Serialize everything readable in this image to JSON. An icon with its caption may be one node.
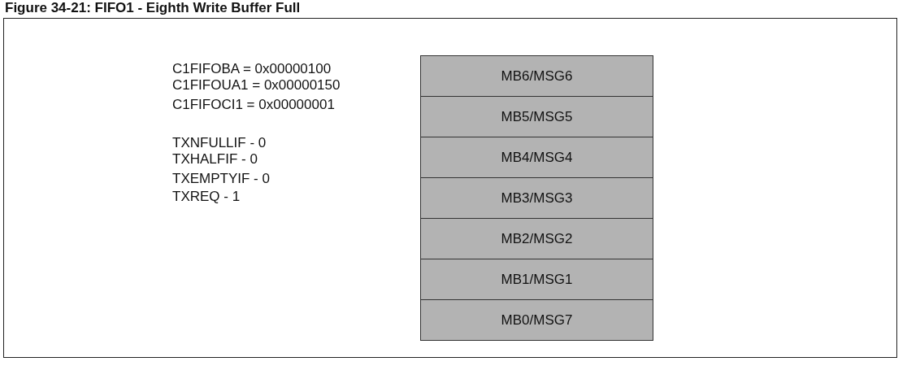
{
  "diagram": {
    "title": "Figure 34-21: FIFO1 - Eighth Write Buffer Full",
    "nodes": [
      {
        "text": [
          "MB6/MSG6"
        ]
      },
      {
        "text": [
          "MB5/MSG5"
        ]
      },
      {
        "text": [
          "MB4/MSG4"
        ]
      },
      {
        "text": [
          "MB3/MSG3"
        ]
      },
      {
        "text": [
          "MB2/MSG2"
        ]
      },
      {
        "text": [
          "MB1/MSG1"
        ]
      },
      {
        "text": [
          "MB0/MSG7"
        ]
      }
    ],
    "edges": [],
    "labels": [
      "C1FIFOBA = 0x00000100",
      "C1FIFOUA1 = 0x00000150",
      "C1FIFOCI1 = 0x00000001",
      "TXNFULLIF - 0",
      "TXHALFIF - 0",
      "TXEMPTYIF - 0",
      "TXREQ - 1"
    ]
  }
}
